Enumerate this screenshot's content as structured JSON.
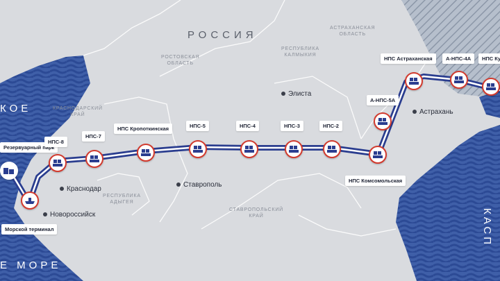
{
  "map": {
    "country": "РОССИЯ",
    "regions": {
      "astrakhan": "АСТРАХАНСКАЯ\nОБЛАСТЬ",
      "rostov": "РОСТОВСКАЯ\nОБЛАСТЬ",
      "kalmykia": "РЕСПУБЛИКА\nКАЛМЫКИЯ",
      "krasnodar": "КРАСНОДАРСКИЙ\nКРАЙ",
      "adygea": "РЕСПУБЛИКА\nАДЫГЕЯ",
      "stavropol": "СТАВРОПОЛЬСКИЙ\nКРАЙ"
    },
    "seas": {
      "black_top": "КОЕ",
      "black_bottom": "Е МОРЕ",
      "caspian": "КАСП"
    },
    "cities": {
      "elista": "Элиста",
      "astrakhan": "Астрахань",
      "krasnodar": "Краснодар",
      "stavropol": "Ставрополь",
      "novorossiysk": "Новороссийск"
    },
    "stations": {
      "tank_farm": "Резервуарный парк",
      "terminal": "Морской терминал",
      "nps8": "НПС-8",
      "nps7": "НПС-7",
      "kropotkinskaya": "НПС Кропоткинская",
      "nps5": "НПС-5",
      "nps4": "НПС-4",
      "nps3": "НПС-3",
      "nps2": "НПС-2",
      "komsomolskaya": "НПС Комсомольская",
      "a_nps5a": "А-НПС-5А",
      "astrakhanskaya": "НПС Астраханская",
      "a_nps4a": "А-НПС-4А",
      "kurmangazy": "НПС Ку"
    },
    "colors": {
      "land": "#d9dbdf",
      "border": "#ffffff",
      "water": "#3f5fa8",
      "wave": "#2c4a95",
      "pipeline": "#2a3d8f",
      "station_ring": "#d23a2e",
      "kazakhstan_hatch": "#9aa6b8"
    }
  }
}
